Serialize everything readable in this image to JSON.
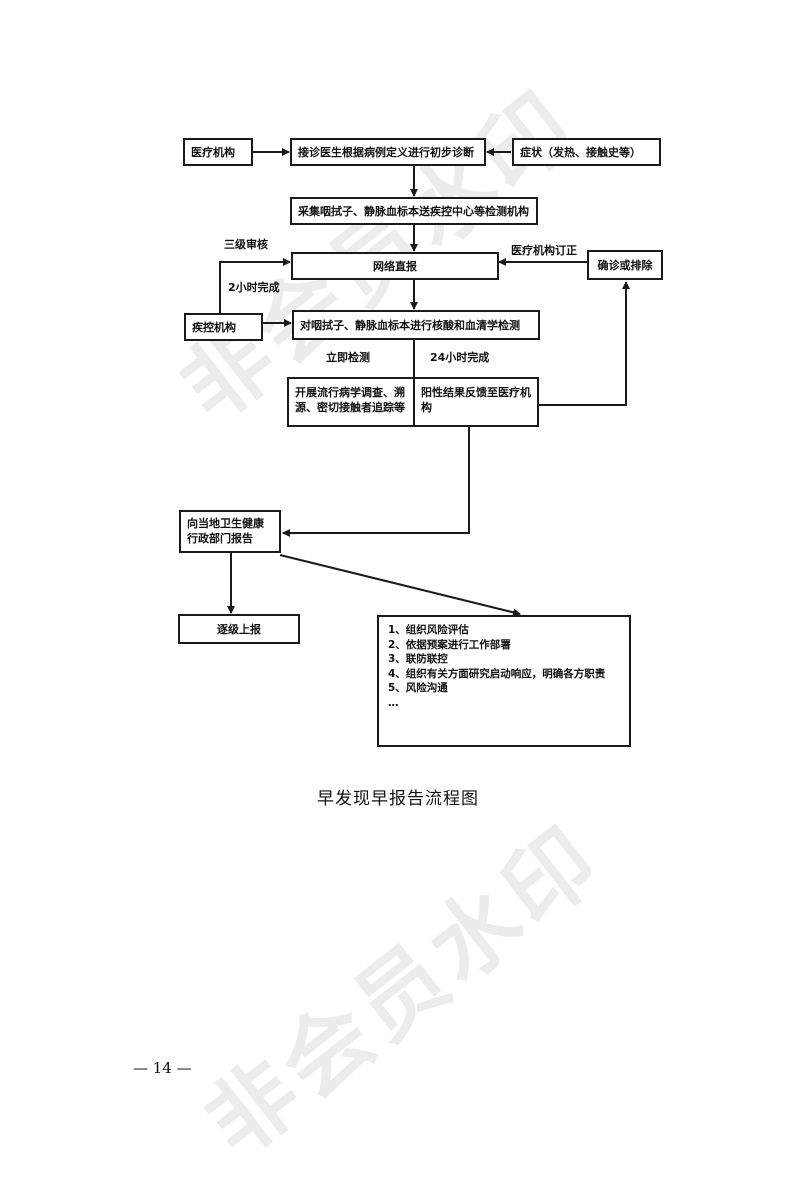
{
  "diagram": {
    "nodes": {
      "medical_institution": "医疗机构",
      "initial_diagnosis": "接诊医生根据病例定义进行初步诊断",
      "symptoms": "症状（发热、接触史等）",
      "sample_collection": "采集咽拭子、静脉血标本送疾控中心等检测机构",
      "online_report": "网络直报",
      "confirm_exclude": "确诊或排除",
      "cdc": "疾控机构",
      "testing": "对咽拭子、静脉血标本进行核酸和血清学检测",
      "epi_investigation": "开展流行病学调查、溯源、密切接触者追踪等",
      "positive_feedback": "阳性结果反馈至医疗机构",
      "report_health_dept": "向当地卫生健康行政部门报告",
      "escalate_report": "逐级上报",
      "tasks": [
        "1、组织风险评估",
        "2、依据预案进行工作部署",
        "3、联防联控",
        "4、组织有关方面研究启动响应，明确各方职责",
        "5、风险沟通",
        "…"
      ]
    },
    "edge_labels": {
      "three_level_review": "三级审核",
      "two_hours": "2小时完成",
      "correction": "医疗机构订正",
      "immediate_test": "立即检测",
      "twenty_four_hours": "24小时完成"
    }
  },
  "caption": "早发现早报告流程图",
  "page_number": "— 14 —",
  "watermark": "非会员水印"
}
